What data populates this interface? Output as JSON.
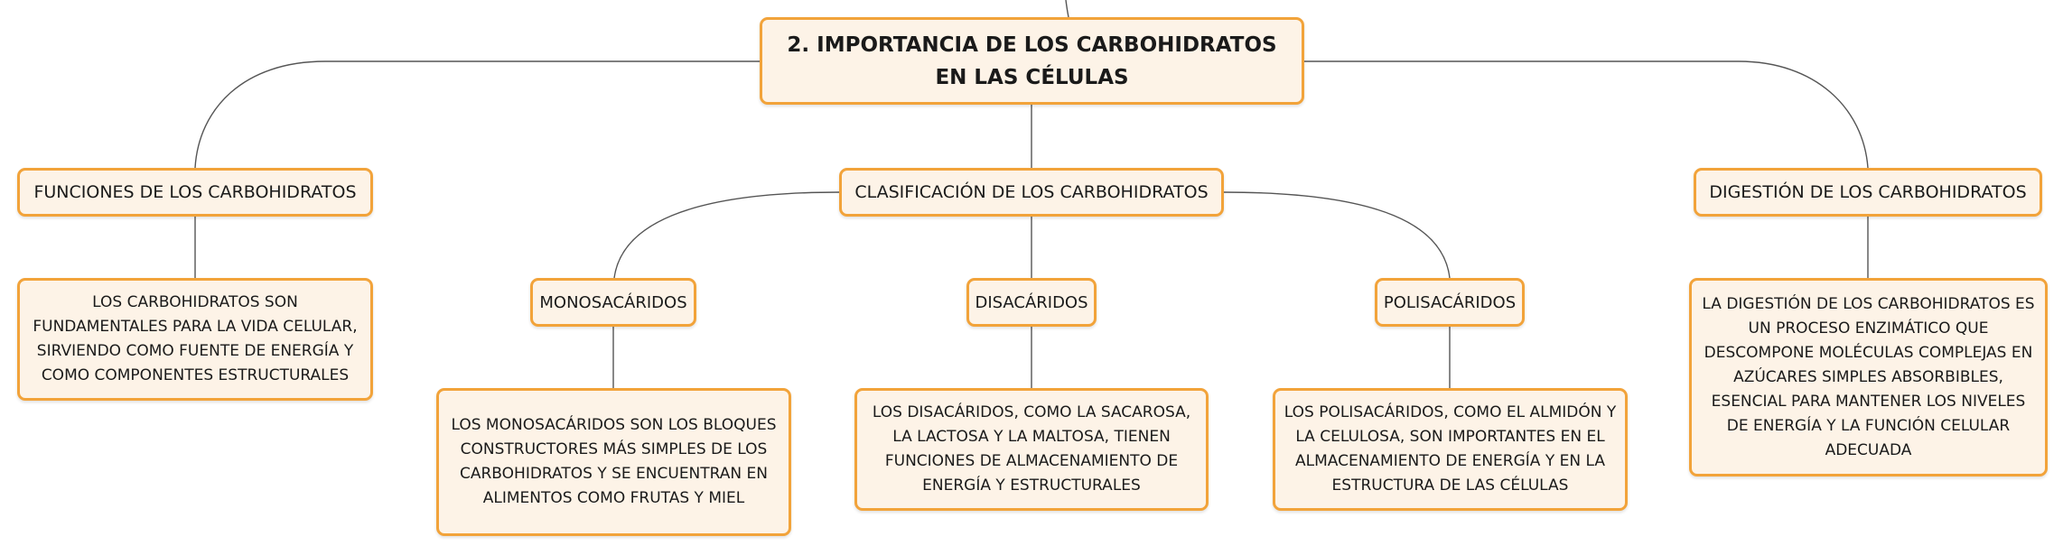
{
  "root": {
    "title": "2. IMPORTANCIA DE LOS CARBOHIDRATOS EN LAS CÉLULAS"
  },
  "funciones": {
    "title": "FUNCIONES DE LOS CARBOHIDRATOS",
    "text": "LOS CARBOHIDRATOS SON FUNDAMENTALES PARA LA VIDA CELULAR, SIRVIENDO COMO FUENTE DE ENERGÍA Y COMO COMPONENTES ESTRUCTURALES"
  },
  "clasificacion": {
    "title": "CLASIFICACIÓN DE LOS CARBOHIDRATOS",
    "monosacaridos": {
      "title": "MONOSACÁRIDOS",
      "text": "LOS MONOSACÁRIDOS SON LOS BLOQUES CONSTRUCTORES MÁS SIMPLES DE LOS CARBOHIDRATOS Y SE ENCUENTRAN EN ALIMENTOS COMO FRUTAS Y MIEL"
    },
    "disacaridos": {
      "title": "DISACÁRIDOS",
      "text": "LOS DISACÁRIDOS, COMO LA SACAROSA, LA LACTOSA Y LA MALTOSA, TIENEN FUNCIONES DE ALMACENAMIENTO DE ENERGÍA Y ESTRUCTURALES"
    },
    "polisacaridos": {
      "title": "POLISACÁRIDOS",
      "text": "LOS POLISACÁRIDOS, COMO EL ALMIDÓN Y LA CELULOSA, SON IMPORTANTES EN EL ALMACENAMIENTO DE ENERGÍA Y EN LA ESTRUCTURA DE LAS CÉLULAS"
    }
  },
  "digestion": {
    "title": "DIGESTIÓN DE LOS CARBOHIDRATOS",
    "text": "LA DIGESTIÓN DE LOS CARBOHIDRATOS ES UN PROCESO ENZIMÁTICO QUE DESCOMPONE MOLÉCULAS COMPLEJAS EN AZÚCARES SIMPLES ABSORBIBLES, ESENCIAL PARA MANTENER LOS NIVELES DE ENERGÍA Y LA FUNCIÓN CELULAR ADECUADA"
  },
  "colors": {
    "node_border": "#f2a33a",
    "node_fill": "#fdf3e7",
    "connector": "#555555"
  }
}
